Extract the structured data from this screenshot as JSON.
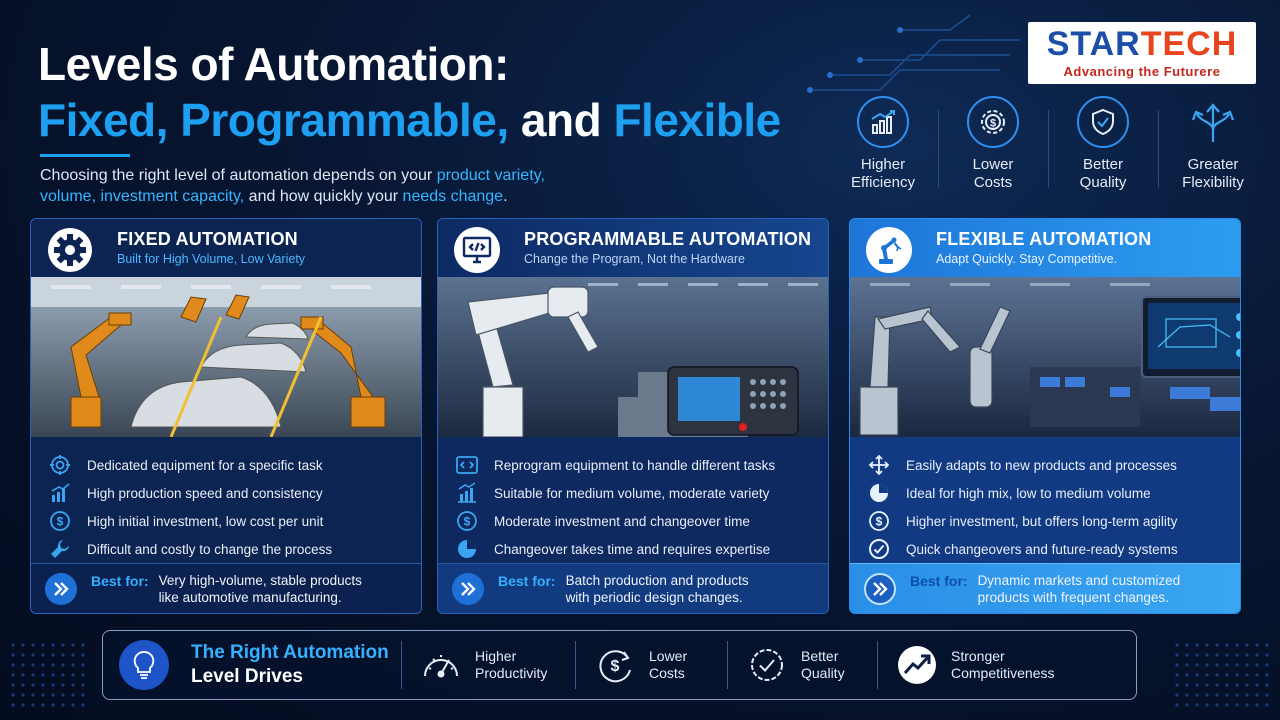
{
  "header": {
    "title_line1": "Levels of Automation:",
    "title_line2_a": "Fixed, Programmable,",
    "title_line2_b": "and",
    "title_line2_c": "Flexible",
    "intro_a": "Choosing the right level of automation depends on your ",
    "intro_hl1": "product variety,",
    "intro_hl2": "volume, investment capacity,",
    "intro_b": " and how quickly your ",
    "intro_hl3": "needs change",
    "intro_c": "."
  },
  "logo": {
    "star": "STAR",
    "tech": "TECH",
    "tagline": "Advancing the Futurere"
  },
  "benefits": [
    {
      "label": "Higher\nEfficiency",
      "icon": "chart-up-icon"
    },
    {
      "label": "Lower\nCosts",
      "icon": "dollar-gear-icon"
    },
    {
      "label": "Better\nQuality",
      "icon": "shield-check-icon"
    },
    {
      "label": "Greater\nFlexibility",
      "icon": "arrows-split-icon"
    }
  ],
  "cards": [
    {
      "title": "FIXED AUTOMATION",
      "subtitle": "Built for High Volume, Low Variety",
      "items": [
        "Dedicated equipment for a specific task",
        "High production speed and consistency",
        "High initial investment, low cost per unit",
        "Difficult and costly to change the process"
      ],
      "best_label": "Best for:",
      "best_line1": "Very high-volume, stable products",
      "best_line2": "like automotive manufacturing."
    },
    {
      "title": "PROGRAMMABLE AUTOMATION",
      "subtitle": "Change the Program, Not the Hardware",
      "items": [
        "Reprogram equipment to handle different tasks",
        "Suitable for medium volume, moderate variety",
        "Moderate investment and changeover time",
        "Changeover takes time and requires expertise"
      ],
      "best_label": "Best for:",
      "best_line1": "Batch production and products",
      "best_line2": "with periodic design changes."
    },
    {
      "title": "FLEXIBLE AUTOMATION",
      "subtitle": "Adapt Quickly. Stay Competitive.",
      "items": [
        "Easily adapts to new products and processes",
        "Ideal for high mix, low to medium volume",
        "Higher investment, but offers long-term agility",
        "Quick changeovers and future-ready systems"
      ],
      "best_label": "Best for:",
      "best_line1": "Dynamic markets and customized",
      "best_line2": "products with frequent changes."
    }
  ],
  "footer": {
    "title1": "The Right Automation",
    "title2": "Level Drives",
    "items": [
      {
        "l1": "Higher",
        "l2": "Productivity"
      },
      {
        "l1": "Lower",
        "l2": "Costs"
      },
      {
        "l1": "Better",
        "l2": "Quality"
      },
      {
        "l1": "Stronger",
        "l2": "Competitiveness"
      }
    ]
  },
  "colors": {
    "accent": "#1ea0f2",
    "logo_blue": "#1e4fa8",
    "logo_orange": "#e8451f"
  }
}
